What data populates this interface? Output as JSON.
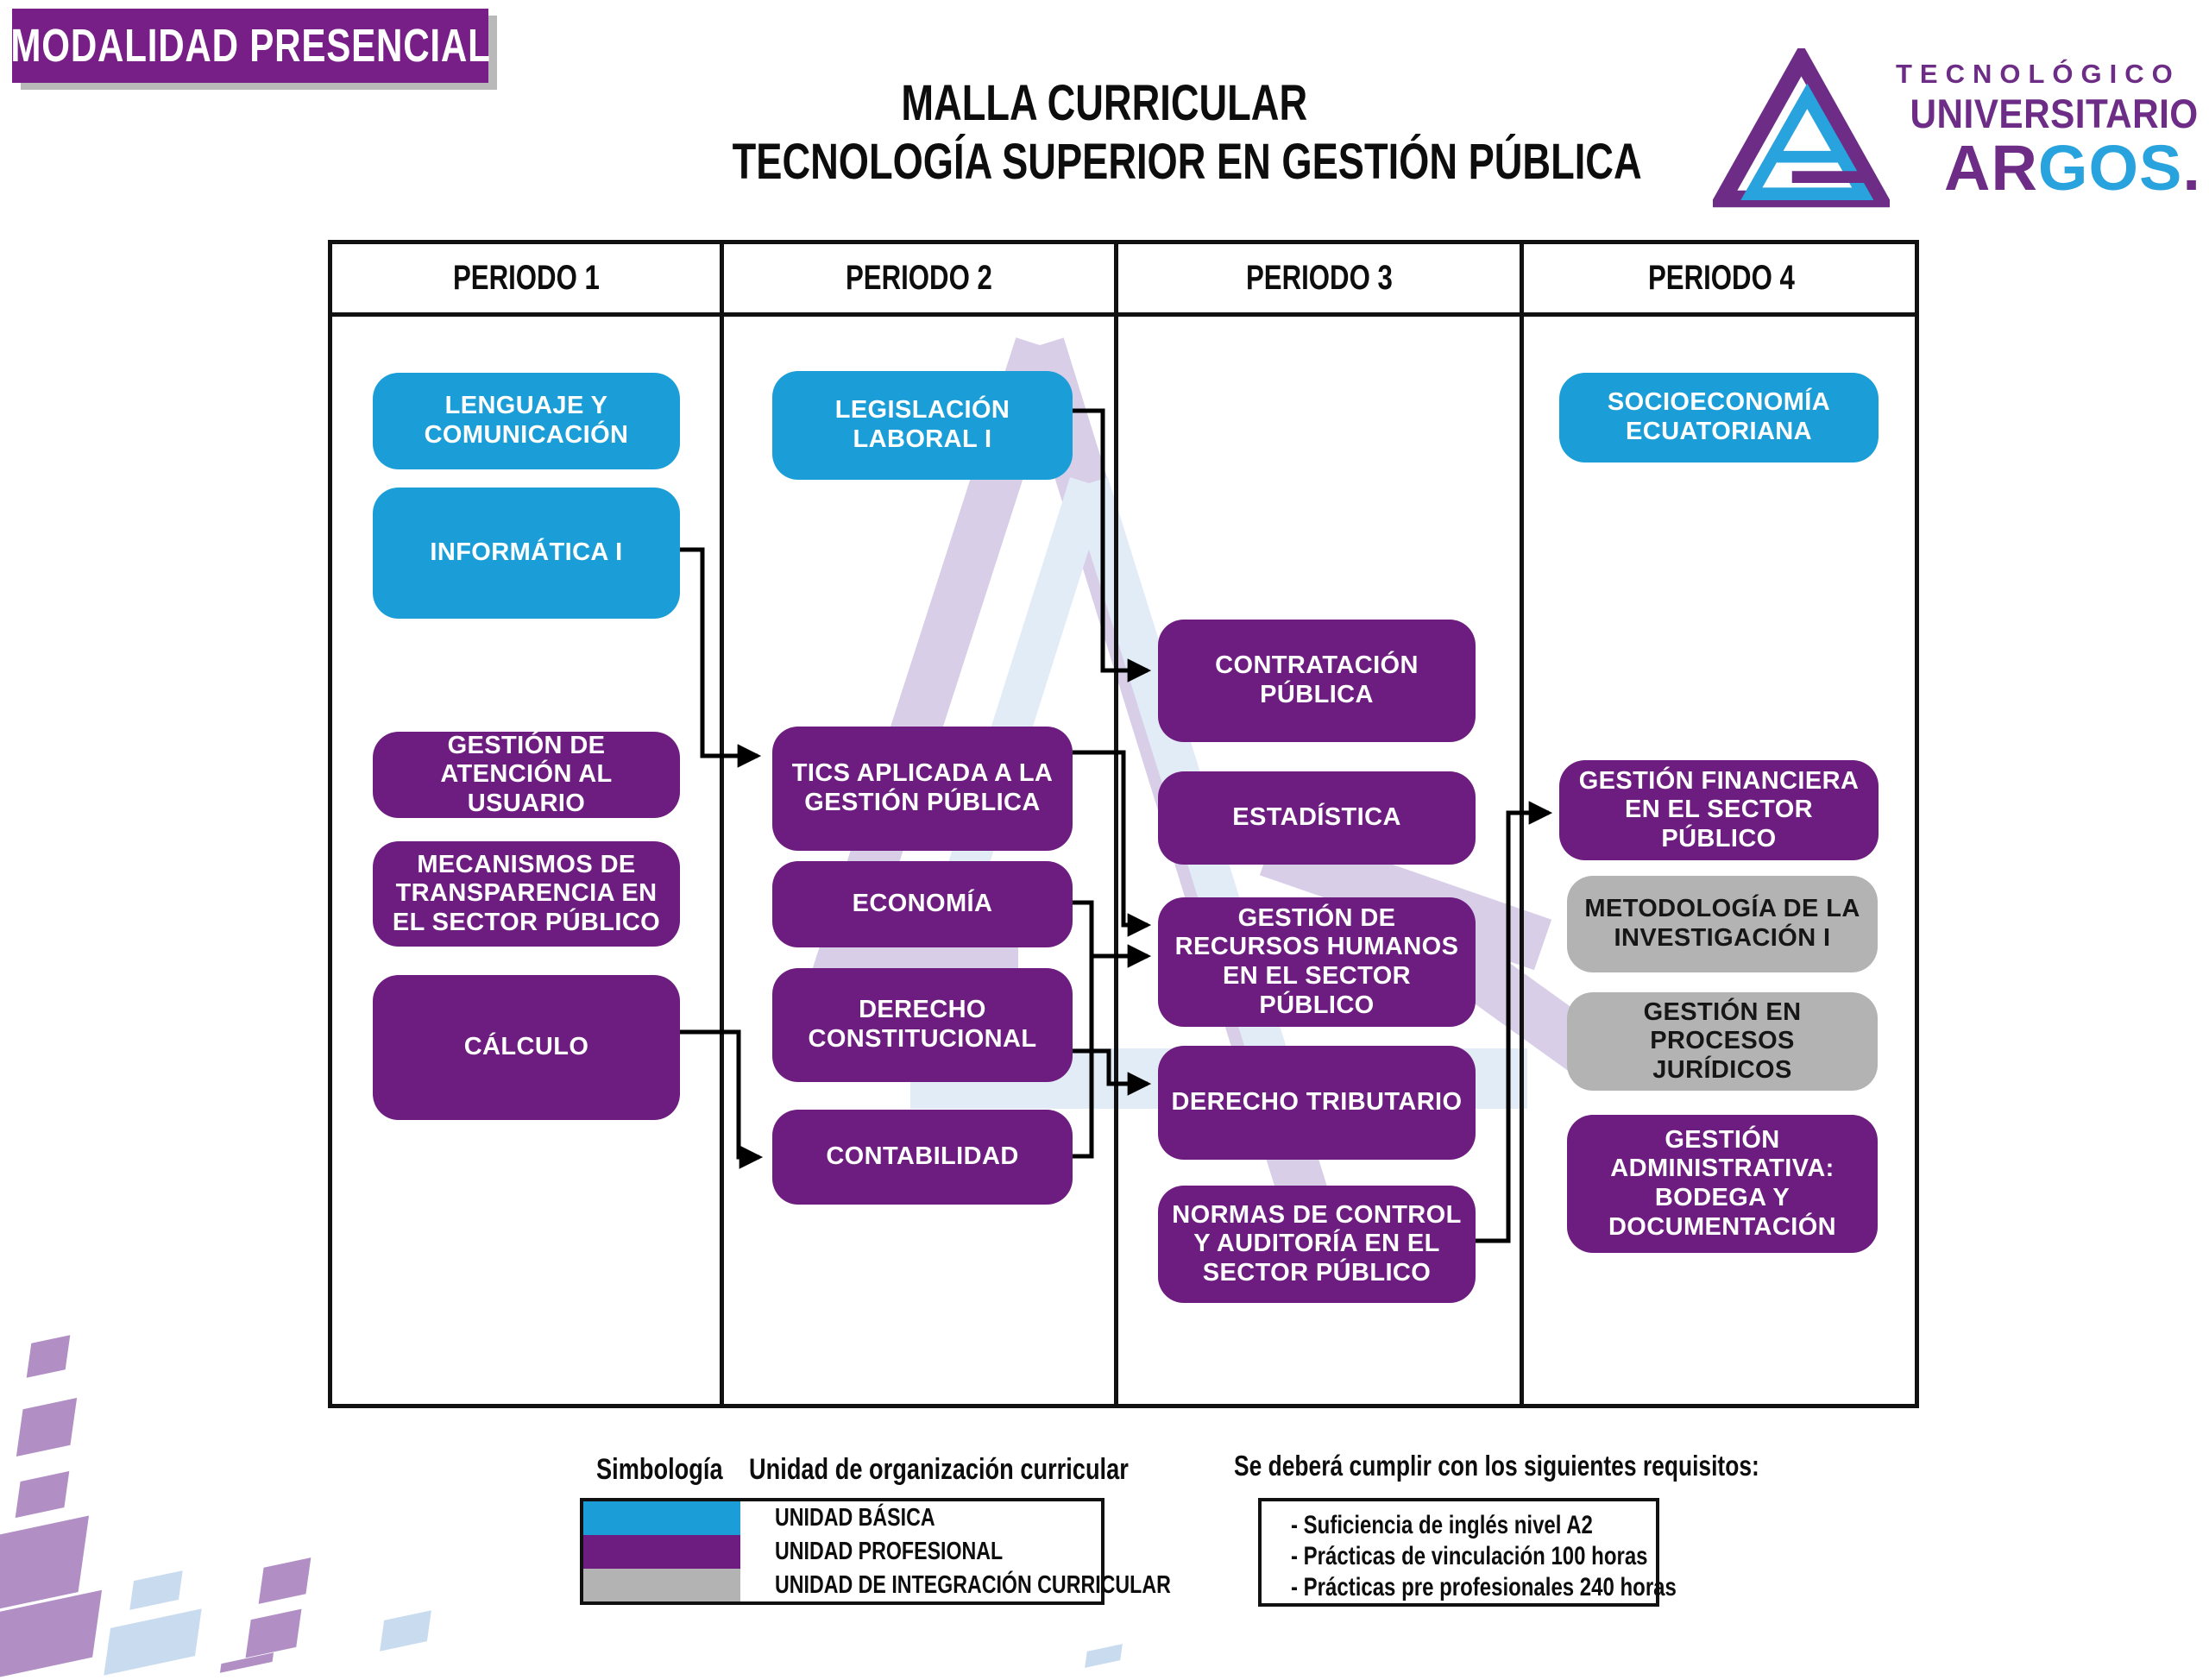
{
  "badge": {
    "label": "MODALIDAD  PRESENCIAL"
  },
  "title": {
    "line1": "MALLA CURRICULAR",
    "line2": "TECNOLOGÍA SUPERIOR EN GESTIÓN PÚBLICA"
  },
  "logo": {
    "line1": "TECNOLÓGICO",
    "line2": "UNIVERSITARIO",
    "brand_primary": "AR",
    "brand_secondary": "GOS",
    "brand_dot": "."
  },
  "periods": [
    {
      "label": "PERIODO 1"
    },
    {
      "label": "PERIODO 2"
    },
    {
      "label": "PERIODO 3"
    },
    {
      "label": "PERIODO 4"
    }
  ],
  "courses": {
    "p1c1": {
      "name": "LENGUAJE Y COMUNICACIÓN",
      "unit": "basica",
      "period": 1
    },
    "p1c2": {
      "name": "INFORMÁTICA I",
      "unit": "basica",
      "period": 1
    },
    "p1c3": {
      "name": "GESTIÓN DE ATENCIÓN AL USUARIO",
      "unit": "profesional",
      "period": 1
    },
    "p1c4": {
      "name": "MECANISMOS DE TRANSPARENCIA EN EL SECTOR PÚBLICO",
      "unit": "profesional",
      "period": 1
    },
    "p1c5": {
      "name": "CÁLCULO",
      "unit": "profesional",
      "period": 1
    },
    "p2c1": {
      "name": "LEGISLACIÓN LABORAL I",
      "unit": "basica",
      "period": 2
    },
    "p2c2": {
      "name": "TICS APLICADA A LA GESTIÓN PÚBLICA",
      "unit": "profesional",
      "period": 2
    },
    "p2c3": {
      "name": "ECONOMÍA",
      "unit": "profesional",
      "period": 2
    },
    "p2c4": {
      "name": "DERECHO CONSTITUCIONAL",
      "unit": "profesional",
      "period": 2
    },
    "p2c5": {
      "name": "CONTABILIDAD",
      "unit": "profesional",
      "period": 2
    },
    "p3c1": {
      "name": "CONTRATACIÓN PÚBLICA",
      "unit": "profesional",
      "period": 3
    },
    "p3c2": {
      "name": "ESTADÍSTICA",
      "unit": "profesional",
      "period": 3
    },
    "p3c3": {
      "name": "GESTIÓN DE RECURSOS HUMANOS EN EL SECTOR PÚBLICO",
      "unit": "profesional",
      "period": 3
    },
    "p3c4": {
      "name": "DERECHO TRIBUTARIO",
      "unit": "profesional",
      "period": 3
    },
    "p3c5": {
      "name": "NORMAS DE CONTROL Y AUDITORÍA EN EL SECTOR PÚBLICO",
      "unit": "profesional",
      "period": 3
    },
    "p4c1": {
      "name": "SOCIOECONOMÍA ECUATORIANA",
      "unit": "basica",
      "period": 4
    },
    "p4c2": {
      "name": "GESTIÓN FINANCIERA EN EL SECTOR PÚBLICO",
      "unit": "profesional",
      "period": 4
    },
    "p4c3": {
      "name": "METODOLOGÍA DE LA INVESTIGACIÓN I",
      "unit": "integracion",
      "period": 4
    },
    "p4c4": {
      "name": "GESTIÓN EN PROCESOS JURÍDICOS",
      "unit": "integracion",
      "period": 4
    },
    "p4c5": {
      "name": "GESTIÓN ADMINISTRATIVA: BODEGA Y DOCUMENTACIÓN",
      "unit": "profesional",
      "period": 4
    }
  },
  "connections": [
    {
      "from": "INFORMÁTICA I",
      "to": "TICS APLICADA A LA GESTIÓN PÚBLICA"
    },
    {
      "from": "CÁLCULO",
      "to": "CONTABILIDAD"
    },
    {
      "from": "LEGISLACIÓN LABORAL I",
      "to": "CONTRATACIÓN PÚBLICA"
    },
    {
      "from": "TICS APLICADA A LA GESTIÓN PÚBLICA",
      "to": "GESTIÓN DE RECURSOS HUMANOS EN EL SECTOR PÚBLICO"
    },
    {
      "from": "ECONOMÍA",
      "to": "GESTIÓN DE RECURSOS HUMANOS EN EL SECTOR PÚBLICO"
    },
    {
      "from": "CONTABILIDAD",
      "to": "GESTIÓN DE RECURSOS HUMANOS EN EL SECTOR PÚBLICO"
    },
    {
      "from": "DERECHO CONSTITUCIONAL",
      "to": "DERECHO TRIBUTARIO"
    },
    {
      "from": "NORMAS DE CONTROL Y AUDITORÍA EN EL SECTOR PÚBLICO",
      "to": "GESTIÓN FINANCIERA EN EL SECTOR PÚBLICO"
    }
  ],
  "legend": {
    "heading_left": "Simbología",
    "heading_right": "Unidad de organización  curricular",
    "items": [
      {
        "label": "UNIDAD BÁSICA",
        "color": "#1b9ed8"
      },
      {
        "label": "UNIDAD PROFESIONAL",
        "color": "#6d1d80"
      },
      {
        "label": "UNIDAD DE INTEGRACIÓN CURRICULAR",
        "color": "#b3b3b3"
      }
    ]
  },
  "requirements": {
    "heading": "Se deberá cumplir con los siguientes requisitos:",
    "items": [
      "- Suficiencia de inglés nivel A2",
      "- Prácticas de vinculación 100 horas",
      "- Prácticas pre profesionales 240 horas"
    ]
  },
  "colors": {
    "unit_basica": "#1b9ed8",
    "unit_profesional": "#6d1d80",
    "unit_integracion": "#b3b3b3",
    "badge_background": "#771f87",
    "logo_purple": "#6d2d87",
    "logo_blue": "#29a3dd",
    "connector": "#000000",
    "watermark_lavender": "#b39fd2",
    "watermark_blue": "#c7dbf0"
  }
}
